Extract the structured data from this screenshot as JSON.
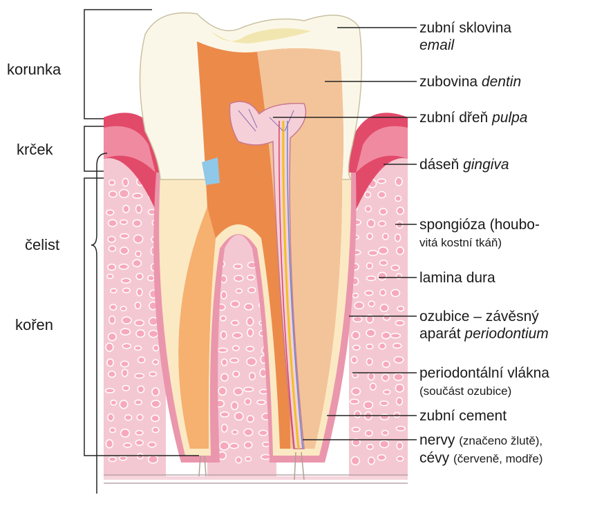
{
  "left_labels": {
    "crown": "korunka",
    "neck": "krček",
    "jaw": "čelist",
    "root": "kořen"
  },
  "right_labels": [
    {
      "id": "enamel",
      "text": "zubní sklovina",
      "latin": "email"
    },
    {
      "id": "dentin",
      "text": "zubovina",
      "latin": "dentin"
    },
    {
      "id": "pulp",
      "text": "zubní dřeň",
      "latin": "pulpa"
    },
    {
      "id": "gum",
      "text": "dáseň",
      "latin": "gingiva"
    },
    {
      "id": "spongiosa",
      "line1": "spongióza (houbo-",
      "line2": "vitá kostní tkáň)"
    },
    {
      "id": "lamina",
      "text": "lamina dura"
    },
    {
      "id": "periodontium",
      "line1": "ozubice – závěsný",
      "line2_prefix": "aparát",
      "latin": "periodontium"
    },
    {
      "id": "fibers",
      "line1": "periodontální vlákna",
      "line2": "(součást ozubice)"
    },
    {
      "id": "cementum",
      "text": "zubní cement"
    },
    {
      "id": "nerves",
      "line1_main": "nervy",
      "line1_note": "(značeno žlutě),",
      "line2_main": "cévy",
      "line2_note": "(červeně, modře)"
    }
  ],
  "colors": {
    "enamel": "#fbf7e8",
    "dentin_light": "#f3c49a",
    "dentin": "#ec8a4a",
    "pulp": "#f6d0d8",
    "gum": "#e24a6a",
    "bone": "#f4c8d2",
    "bone_pore": "#f7a9bc",
    "nerve": "#f0c020",
    "line": "#222222"
  }
}
